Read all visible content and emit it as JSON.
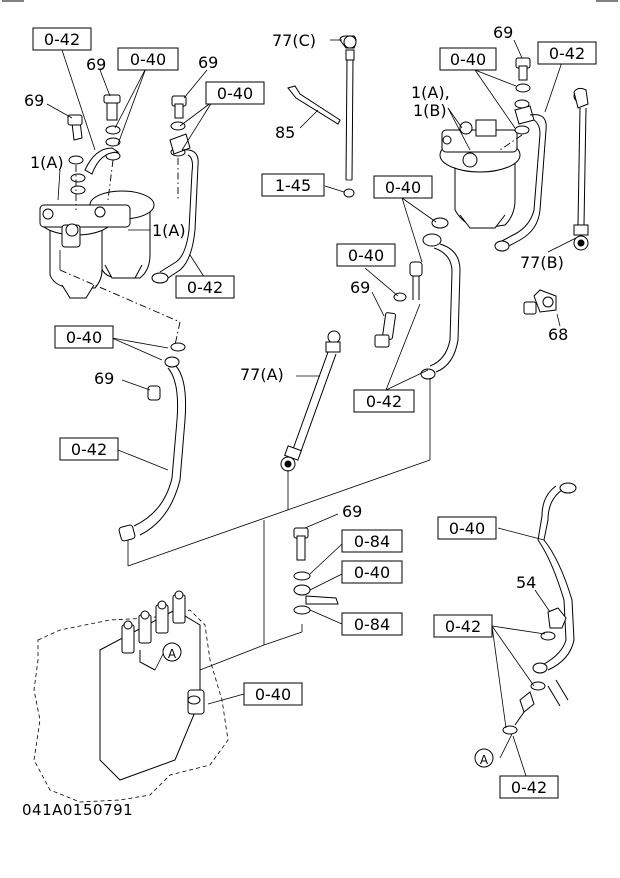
{
  "drawing_code": "041A0150791",
  "callouts": {
    "box_0_42_topleft": "0-42",
    "box_0_40_topleft": "0-40",
    "box_0_40_b": "0-40",
    "box_0_42_b": "0-42",
    "box_0_40_c": "0-40",
    "box_0_42_c": "0-42",
    "box_1_45": "1-45",
    "box_0_40_d": "0-40",
    "box_0_40_e": "0-40",
    "box_0_42_d": "0-42",
    "box_0_40_topright": "0-40",
    "box_0_42_topright": "0-42",
    "box_0_84_a": "0-84",
    "box_0_40_f": "0-40",
    "box_0_84_b": "0-84",
    "box_0_40_g": "0-40",
    "box_0_40_h": "0-40",
    "box_0_42_e": "0-42",
    "box_0_42_f": "0-42"
  },
  "labels": {
    "p69_a": "69",
    "p69_b": "69",
    "p69_c": "69",
    "p69_d": "69",
    "p69_e": "69",
    "p69_f": "69",
    "p69_g": "69",
    "p1a_left": "1(A)",
    "p1a_mid": "1(A)",
    "p1ab_right_a": "1(A),",
    "p1ab_right_b": "1(B)",
    "p77c": "77(C)",
    "p85": "85",
    "p77b": "77(B)",
    "p68": "68",
    "p77a": "77(A)",
    "p54": "54",
    "ref_a_1": "A",
    "ref_a_2": "A"
  }
}
